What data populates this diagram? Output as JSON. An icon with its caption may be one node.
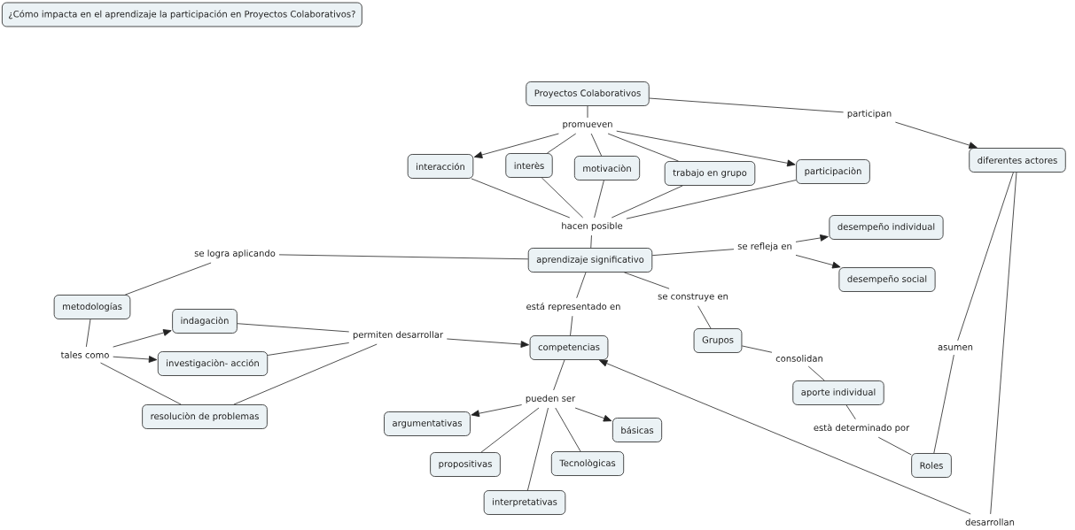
{
  "diagram": {
    "title": "¿Cómo impacta en el aprendizaje la participación en Proyectos Colaborativos?",
    "nodes": [
      {
        "text": [
          "Proyectos Colaborativos"
        ]
      },
      {
        "text": [
          "promueven"
        ]
      },
      {
        "text": [
          "participan"
        ]
      },
      {
        "text": [
          "interacción"
        ]
      },
      {
        "text": [
          "interès"
        ]
      },
      {
        "text": [
          "motivaciòn"
        ]
      },
      {
        "text": [
          "trabajo en grupo"
        ]
      },
      {
        "text": [
          "participaciòn"
        ]
      },
      {
        "text": [
          "diferentes actores"
        ]
      },
      {
        "text": [
          "hacen posible"
        ]
      },
      {
        "text": [
          "desempeño individual"
        ]
      },
      {
        "text": [
          "se logra aplicando"
        ]
      },
      {
        "text": [
          "aprendizaje significativo"
        ]
      },
      {
        "text": [
          "se refleja en"
        ]
      },
      {
        "text": [
          "desempeño social"
        ]
      },
      {
        "text": [
          "metodologías"
        ]
      },
      {
        "text": [
          "se construye en"
        ]
      },
      {
        "text": [
          "está representado en"
        ]
      },
      {
        "text": [
          "indagaciòn"
        ]
      },
      {
        "text": [
          "tales como"
        ]
      },
      {
        "text": [
          "investigaciòn- acción"
        ]
      },
      {
        "text": [
          "permiten desarrollar"
        ]
      },
      {
        "text": [
          "competencias"
        ]
      },
      {
        "text": [
          "Grupos"
        ]
      },
      {
        "text": [
          "asumen"
        ]
      },
      {
        "text": [
          "consolidan"
        ]
      },
      {
        "text": [
          "aporte individual"
        ]
      },
      {
        "text": [
          "pueden ser"
        ]
      },
      {
        "text": [
          "resoluciòn de problemas"
        ]
      },
      {
        "text": [
          "argumentativas"
        ]
      },
      {
        "text": [
          "està determinado por"
        ]
      },
      {
        "text": [
          "básicas"
        ]
      },
      {
        "text": [
          "Roles"
        ]
      },
      {
        "text": [
          "propositivas"
        ]
      },
      {
        "text": [
          "Tecnològicas"
        ]
      },
      {
        "text": [
          "interpretativas"
        ]
      },
      {
        "text": [
          "desarrollan"
        ]
      }
    ],
    "edges": [
      {
        "from": 0,
        "to": 1,
        "arrow": "none"
      },
      {
        "from": 1,
        "to": 3,
        "arrow": "to"
      },
      {
        "from": 1,
        "to": 4,
        "arrow": "none"
      },
      {
        "from": 1,
        "to": 5,
        "arrow": "none"
      },
      {
        "from": 1,
        "to": 6,
        "arrow": "none"
      },
      {
        "from": 1,
        "to": 7,
        "arrow": "to"
      },
      {
        "from": 0,
        "to": 2,
        "arrow": "none"
      },
      {
        "from": 2,
        "to": 8,
        "arrow": "to"
      },
      {
        "from": 3,
        "to": 9,
        "arrow": "none"
      },
      {
        "from": 4,
        "to": 9,
        "arrow": "none"
      },
      {
        "from": 5,
        "to": 9,
        "arrow": "none"
      },
      {
        "from": 6,
        "to": 9,
        "arrow": "none"
      },
      {
        "from": 7,
        "to": 9,
        "arrow": "none"
      },
      {
        "from": 9,
        "to": 12,
        "arrow": "none"
      },
      {
        "from": 12,
        "to": 11,
        "arrow": "none"
      },
      {
        "from": 11,
        "to": 15,
        "arrow": "none"
      },
      {
        "from": 12,
        "to": 13,
        "arrow": "none"
      },
      {
        "from": 13,
        "to": 10,
        "arrow": "to"
      },
      {
        "from": 13,
        "to": 14,
        "arrow": "to"
      },
      {
        "from": 12,
        "to": 16,
        "arrow": "none"
      },
      {
        "from": 16,
        "to": 23,
        "arrow": "none"
      },
      {
        "from": 12,
        "to": 17,
        "arrow": "none"
      },
      {
        "from": 17,
        "to": 22,
        "arrow": "none"
      },
      {
        "from": 15,
        "to": 19,
        "arrow": "none"
      },
      {
        "from": 19,
        "to": 18,
        "arrow": "to"
      },
      {
        "from": 19,
        "to": 20,
        "arrow": "to"
      },
      {
        "from": 19,
        "to": 28,
        "arrow": "none"
      },
      {
        "from": 18,
        "to": 21,
        "arrow": "none"
      },
      {
        "from": 20,
        "to": 21,
        "arrow": "none"
      },
      {
        "from": 28,
        "to": 21,
        "arrow": "none"
      },
      {
        "from": 21,
        "to": 22,
        "arrow": "to"
      },
      {
        "from": 22,
        "to": 27,
        "arrow": "none"
      },
      {
        "from": 27,
        "to": 29,
        "arrow": "to"
      },
      {
        "from": 27,
        "to": 33,
        "arrow": "none"
      },
      {
        "from": 27,
        "to": 35,
        "arrow": "none"
      },
      {
        "from": 27,
        "to": 34,
        "arrow": "none"
      },
      {
        "from": 27,
        "to": 31,
        "arrow": "to"
      },
      {
        "from": 23,
        "to": 25,
        "arrow": "none"
      },
      {
        "from": 25,
        "to": 26,
        "arrow": "none"
      },
      {
        "from": 26,
        "to": 30,
        "arrow": "none"
      },
      {
        "from": 30,
        "to": 32,
        "arrow": "none"
      },
      {
        "from": 8,
        "to": 24,
        "arrow": "none"
      },
      {
        "from": 24,
        "to": 32,
        "arrow": "none"
      },
      {
        "from": 8,
        "to": 36,
        "arrow": "none"
      },
      {
        "from": 36,
        "to": 22,
        "arrow": "to"
      }
    ]
  }
}
